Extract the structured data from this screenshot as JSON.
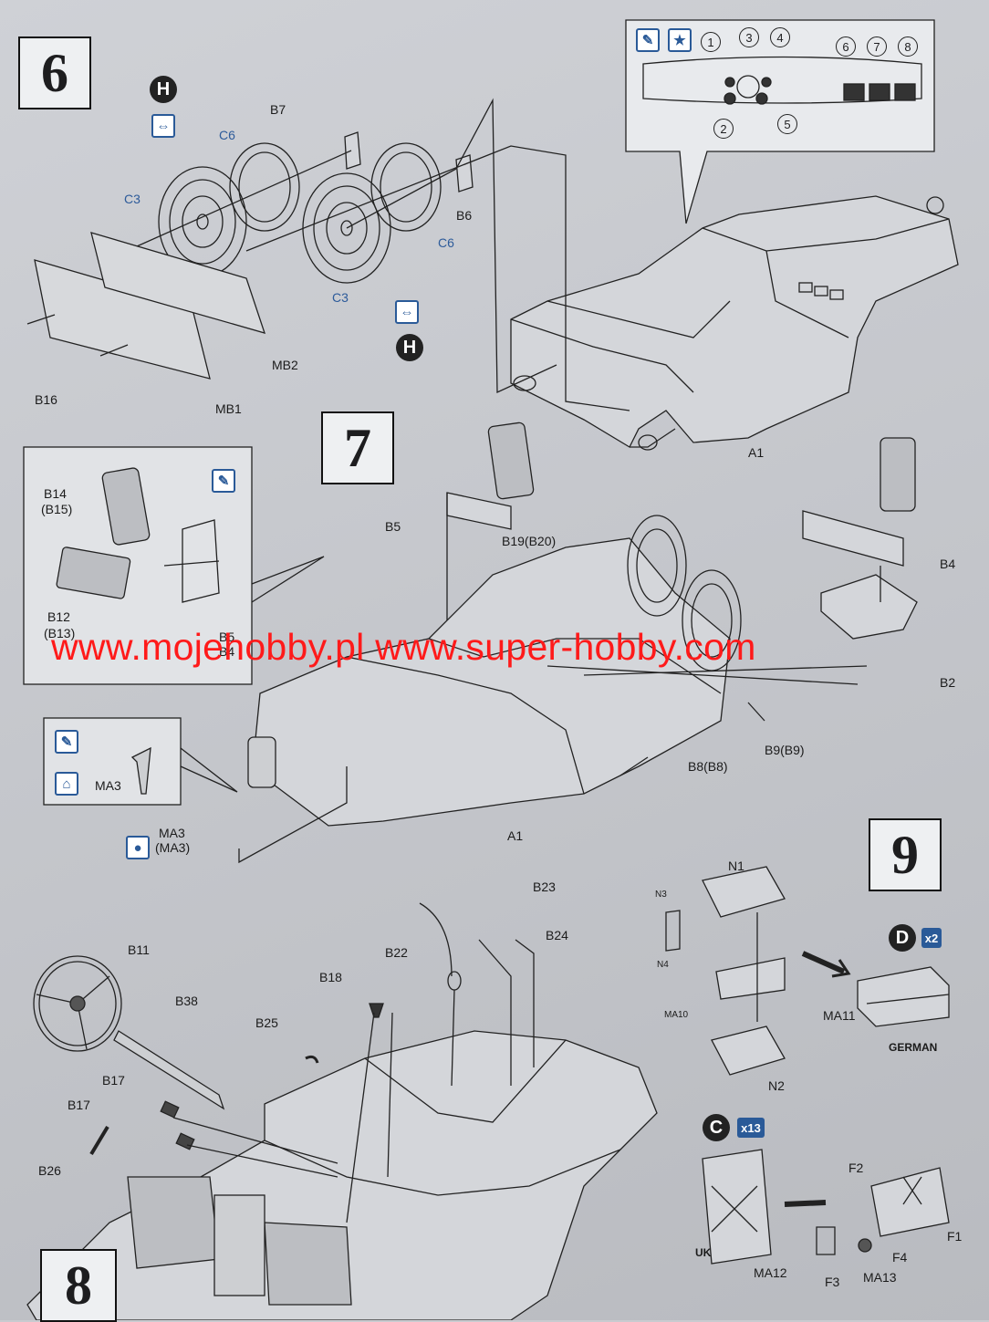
{
  "steps": [
    "6",
    "7",
    "8",
    "9"
  ],
  "watermark": "www.mojehobby.pl www.super-hobby.com",
  "step6": {
    "badge_top": "H",
    "badge_bottom": "H",
    "parts": [
      "B7",
      "C6",
      "C3",
      "B6",
      "C6",
      "C3",
      "MB2",
      "MB1",
      "B16",
      "A1"
    ],
    "dashboard_numbers": [
      "1",
      "2",
      "3",
      "4",
      "5",
      "6",
      "7",
      "8"
    ]
  },
  "step7": {
    "parts": [
      "B14",
      "(B15)",
      "B12",
      "(B13)",
      "B5",
      "B4",
      "B5",
      "B19(B20)",
      "B4",
      "B2",
      "B9(B9)",
      "B8(B8)",
      "MA3",
      "MA3",
      "(MA3)",
      "A1"
    ]
  },
  "step8": {
    "parts": [
      "B11",
      "B38",
      "B17",
      "B17",
      "B26",
      "B25",
      "B18",
      "B22",
      "B23",
      "B24"
    ]
  },
  "step9": {
    "german": {
      "parts": [
        "N1",
        "N3",
        "N4",
        "MA10",
        "N2",
        "MA11"
      ],
      "badge": "D",
      "count": "x2",
      "label": "GERMAN"
    },
    "uk": {
      "parts": [
        "F2",
        "F1",
        "F4",
        "F3",
        "MA13",
        "MA12"
      ],
      "badge": "C",
      "count": "x13",
      "label": "UK"
    }
  },
  "icons": [
    "paint-brush-icon",
    "star-decal-icon",
    "glue-drop-icon",
    "cement-icon",
    "mirror-flip-icon"
  ],
  "colors": {
    "watermark": "#ff1a1a",
    "accent_blue": "#2a5a98",
    "paper": "#c9cbd0"
  }
}
